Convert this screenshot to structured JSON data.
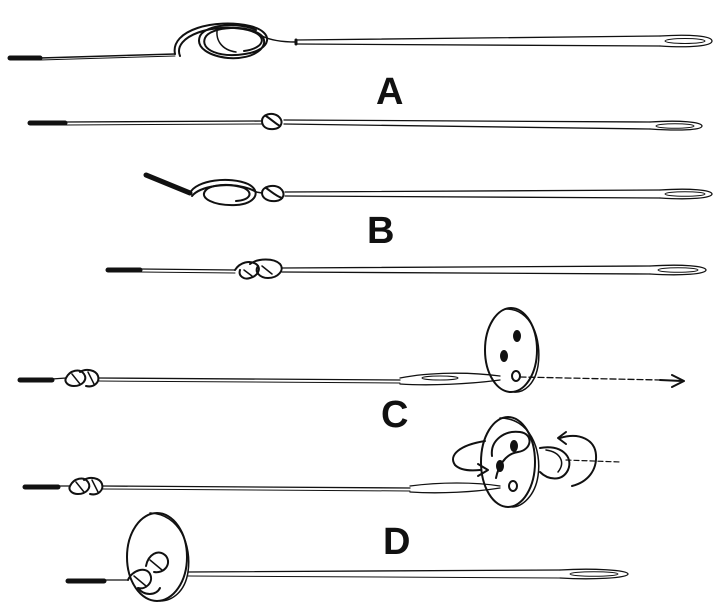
{
  "steps": [
    {
      "label": "A",
      "icon": "tying-knot-icon"
    },
    {
      "label": "B",
      "icon": "double-knot-icon"
    },
    {
      "label": "C",
      "icon": "button-sewing-icon"
    },
    {
      "label": "D",
      "icon": "wrapping-shank-icon"
    }
  ],
  "colors": {
    "ink": "#111111",
    "background": "#ffffff",
    "thread": "#555555"
  }
}
